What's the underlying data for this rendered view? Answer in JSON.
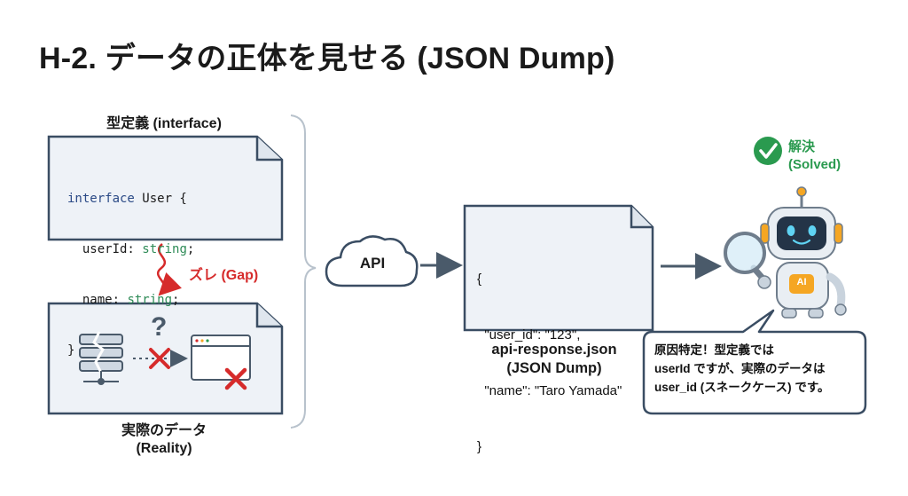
{
  "title": "H-2. データの正体を見せる (JSON Dump)",
  "interface_doc": {
    "label": "型定義 (interface)",
    "line1_kw": "interface",
    "line1_rest": " User {",
    "line2_key": "  userId: ",
    "line2_type": "string",
    "line2_end": ";",
    "line3_key": "  name: ",
    "line3_type": "string",
    "line3_end": ";",
    "line4": "}"
  },
  "gap": {
    "label": "ズレ (Gap)"
  },
  "reality_doc": {
    "label_line1": "実際のデータ",
    "label_line2": "(Reality)",
    "question_mark": "?"
  },
  "api": {
    "label": "API"
  },
  "json_doc": {
    "line1": "{",
    "line2": "  \"user_id\": \"123\",",
    "line3": "  \"name\": \"Taro Yamada\"",
    "line4": "}",
    "label_line1": "api-response.json",
    "label_line2": "(JSON Dump)"
  },
  "solved": {
    "line1": "解決",
    "line2": "(Solved)"
  },
  "robot": {
    "badge": "AI"
  },
  "bubble": {
    "line1": "原因特定！型定義では",
    "line2": "userId ですが、実際のデータは",
    "line3": "user_id (スネークケース) です。"
  },
  "colors": {
    "doc_fill": "#eef2f7",
    "doc_stroke": "#3a4d63",
    "error_red": "#d62b2b",
    "solved_green": "#2a9a4f",
    "robot_accent": "#f5a623"
  }
}
